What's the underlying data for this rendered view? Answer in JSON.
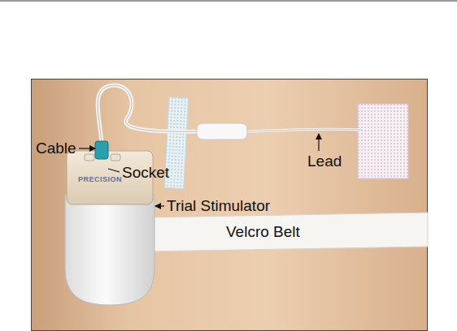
{
  "diagram": {
    "labels": [
      "Cable",
      "Socket",
      "Trial Stimulator",
      "Lead",
      "Velcro Belt",
      "PRECISION"
    ]
  }
}
